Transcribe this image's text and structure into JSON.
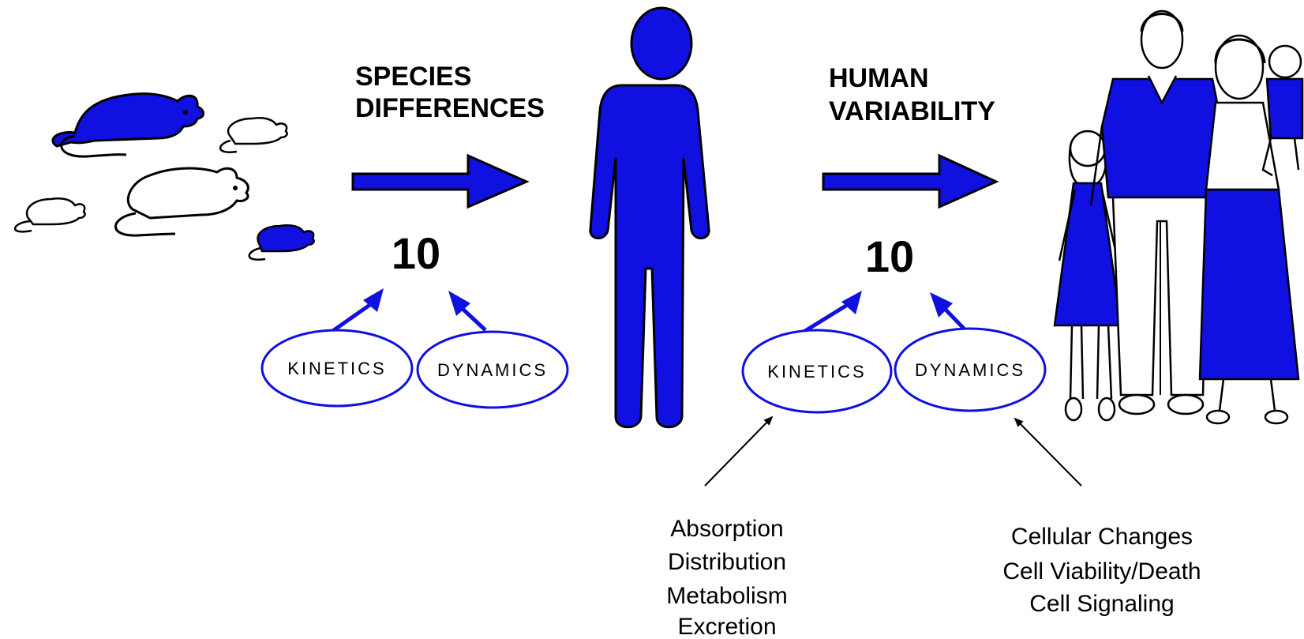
{
  "colors": {
    "accent": "#1010e0",
    "outline": "#000000",
    "background": "#ffffff"
  },
  "left_section": {
    "heading_line1": "SPECIES",
    "heading_line2": "DIFFERENCES",
    "factor": "10",
    "oval_left": "KINETICS",
    "oval_right": "DYNAMICS",
    "icons": [
      "rat-icon",
      "mouse-icon"
    ]
  },
  "center_figure": {
    "icon": "person-icon"
  },
  "right_section": {
    "heading_line1": "HUMAN",
    "heading_line2": "VARIABILITY",
    "factor": "10",
    "oval_left": "KINETICS",
    "oval_right": "DYNAMICS",
    "icons": [
      "family-icon"
    ]
  },
  "kinetics_details": [
    "Absorption",
    "Distribution",
    "Metabolism",
    "Excretion"
  ],
  "dynamics_details": [
    "Cellular Changes",
    "Cell Viability/Death",
    "Cell Signaling"
  ]
}
